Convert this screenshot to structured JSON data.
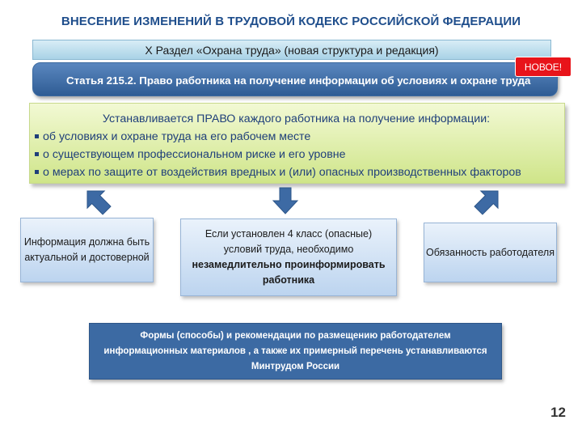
{
  "title": "ВНЕСЕНИЕ ИЗМЕНЕНИЙ В ТРУДОВОЙ КОДЕКС РОССИЙСКОЙ ФЕДЕРАЦИИ",
  "section": "X Раздел «Охрана труда» (новая структура и редакция)",
  "article": "Статья 215.2. Право работника на получение информации об условиях и охране труда",
  "badge": "НОВОЕ!",
  "right_box": {
    "heading": "Устанавливается ПРАВО каждого работника на получение информации:",
    "items": [
      "об условиях и охране труда на его рабочем месте",
      "о существующем профессиональном риске и его уровне",
      "о мерах по защите от воздействия вредных и (или) опасных производственных факторов"
    ]
  },
  "boxes": {
    "left": "Информация должна быть актуальной и достоверной",
    "middle": {
      "line1": "Если установлен 4 класс (опасные) условий труда, необходимо",
      "line2": "незамедлительно проинформировать работника"
    },
    "right": "Обязанность работодателя"
  },
  "forms_box": "Формы (способы) и рекомендации по размещению работодателем информационных материалов , а также их примерный перечень устанавливаются Минтрудом России",
  "page_number": "12",
  "colors": {
    "title": "#1f4e8c",
    "article_bar": "#3a67a0",
    "badge": "#e8141a",
    "right_box": "#dcedaa",
    "arrow": "#3d6aa4",
    "forms_box": "#3c6aa3"
  },
  "icons": [
    "arrow-up-left-icon",
    "arrow-down-icon",
    "arrow-up-right-icon"
  ]
}
